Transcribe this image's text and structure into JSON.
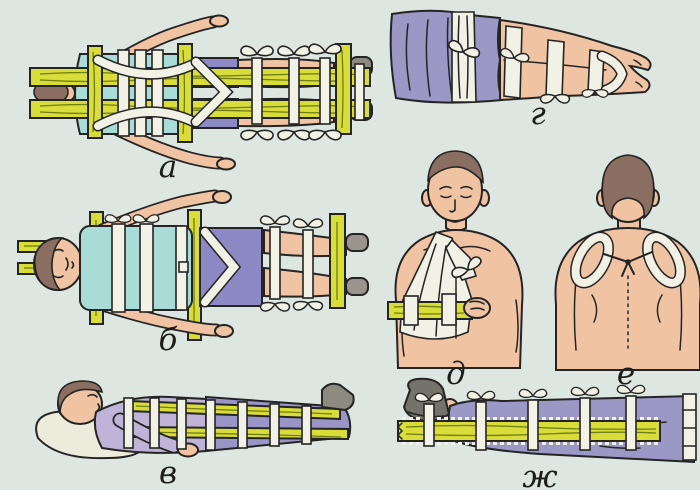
{
  "colors": {
    "bg": "#dde6e0",
    "outline": "#242424",
    "label": "#1c1c1c",
    "wood": "#d8dd3a",
    "wood-grain": "#6f7d12",
    "skin": "#f0c3a3",
    "hair": "#8a6e62",
    "bandage": "#f2f1e6",
    "shirt-teal": "#a9dcd6",
    "shorts-purple": "#8d89c4",
    "suit-lavender": "#bfb3d8",
    "wrap-blue": "#9a95c6",
    "trousers-blue": "#9b98c6",
    "pillow": "#edebdc",
    "shoe-gray": "#8d8a82",
    "boot-gray": "#75716b",
    "sock-gray": "#9b948c"
  },
  "panels": [
    {
      "id": "a",
      "label": "а",
      "scene": "person-strapped-to-long-board-splint-top-view"
    },
    {
      "id": "b",
      "label": "б",
      "scene": "person-strapped-to-long-board-splint-front-view"
    },
    {
      "id": "v",
      "label": "в",
      "scene": "lying-person-with-leg-board-splint-side-view"
    },
    {
      "id": "g",
      "label": "г",
      "scene": "injured-leg-bandaged-to-healthy-leg"
    },
    {
      "id": "d",
      "label": "д",
      "scene": "arm-sling-with-wooden-forearm-splint"
    },
    {
      "id": "e",
      "label": "е",
      "scene": "figure-eight-shoulder-bandage-back-view"
    },
    {
      "id": "zh",
      "label": "ж",
      "scene": "leg-board-splint-over-clothing-side-view"
    }
  ]
}
